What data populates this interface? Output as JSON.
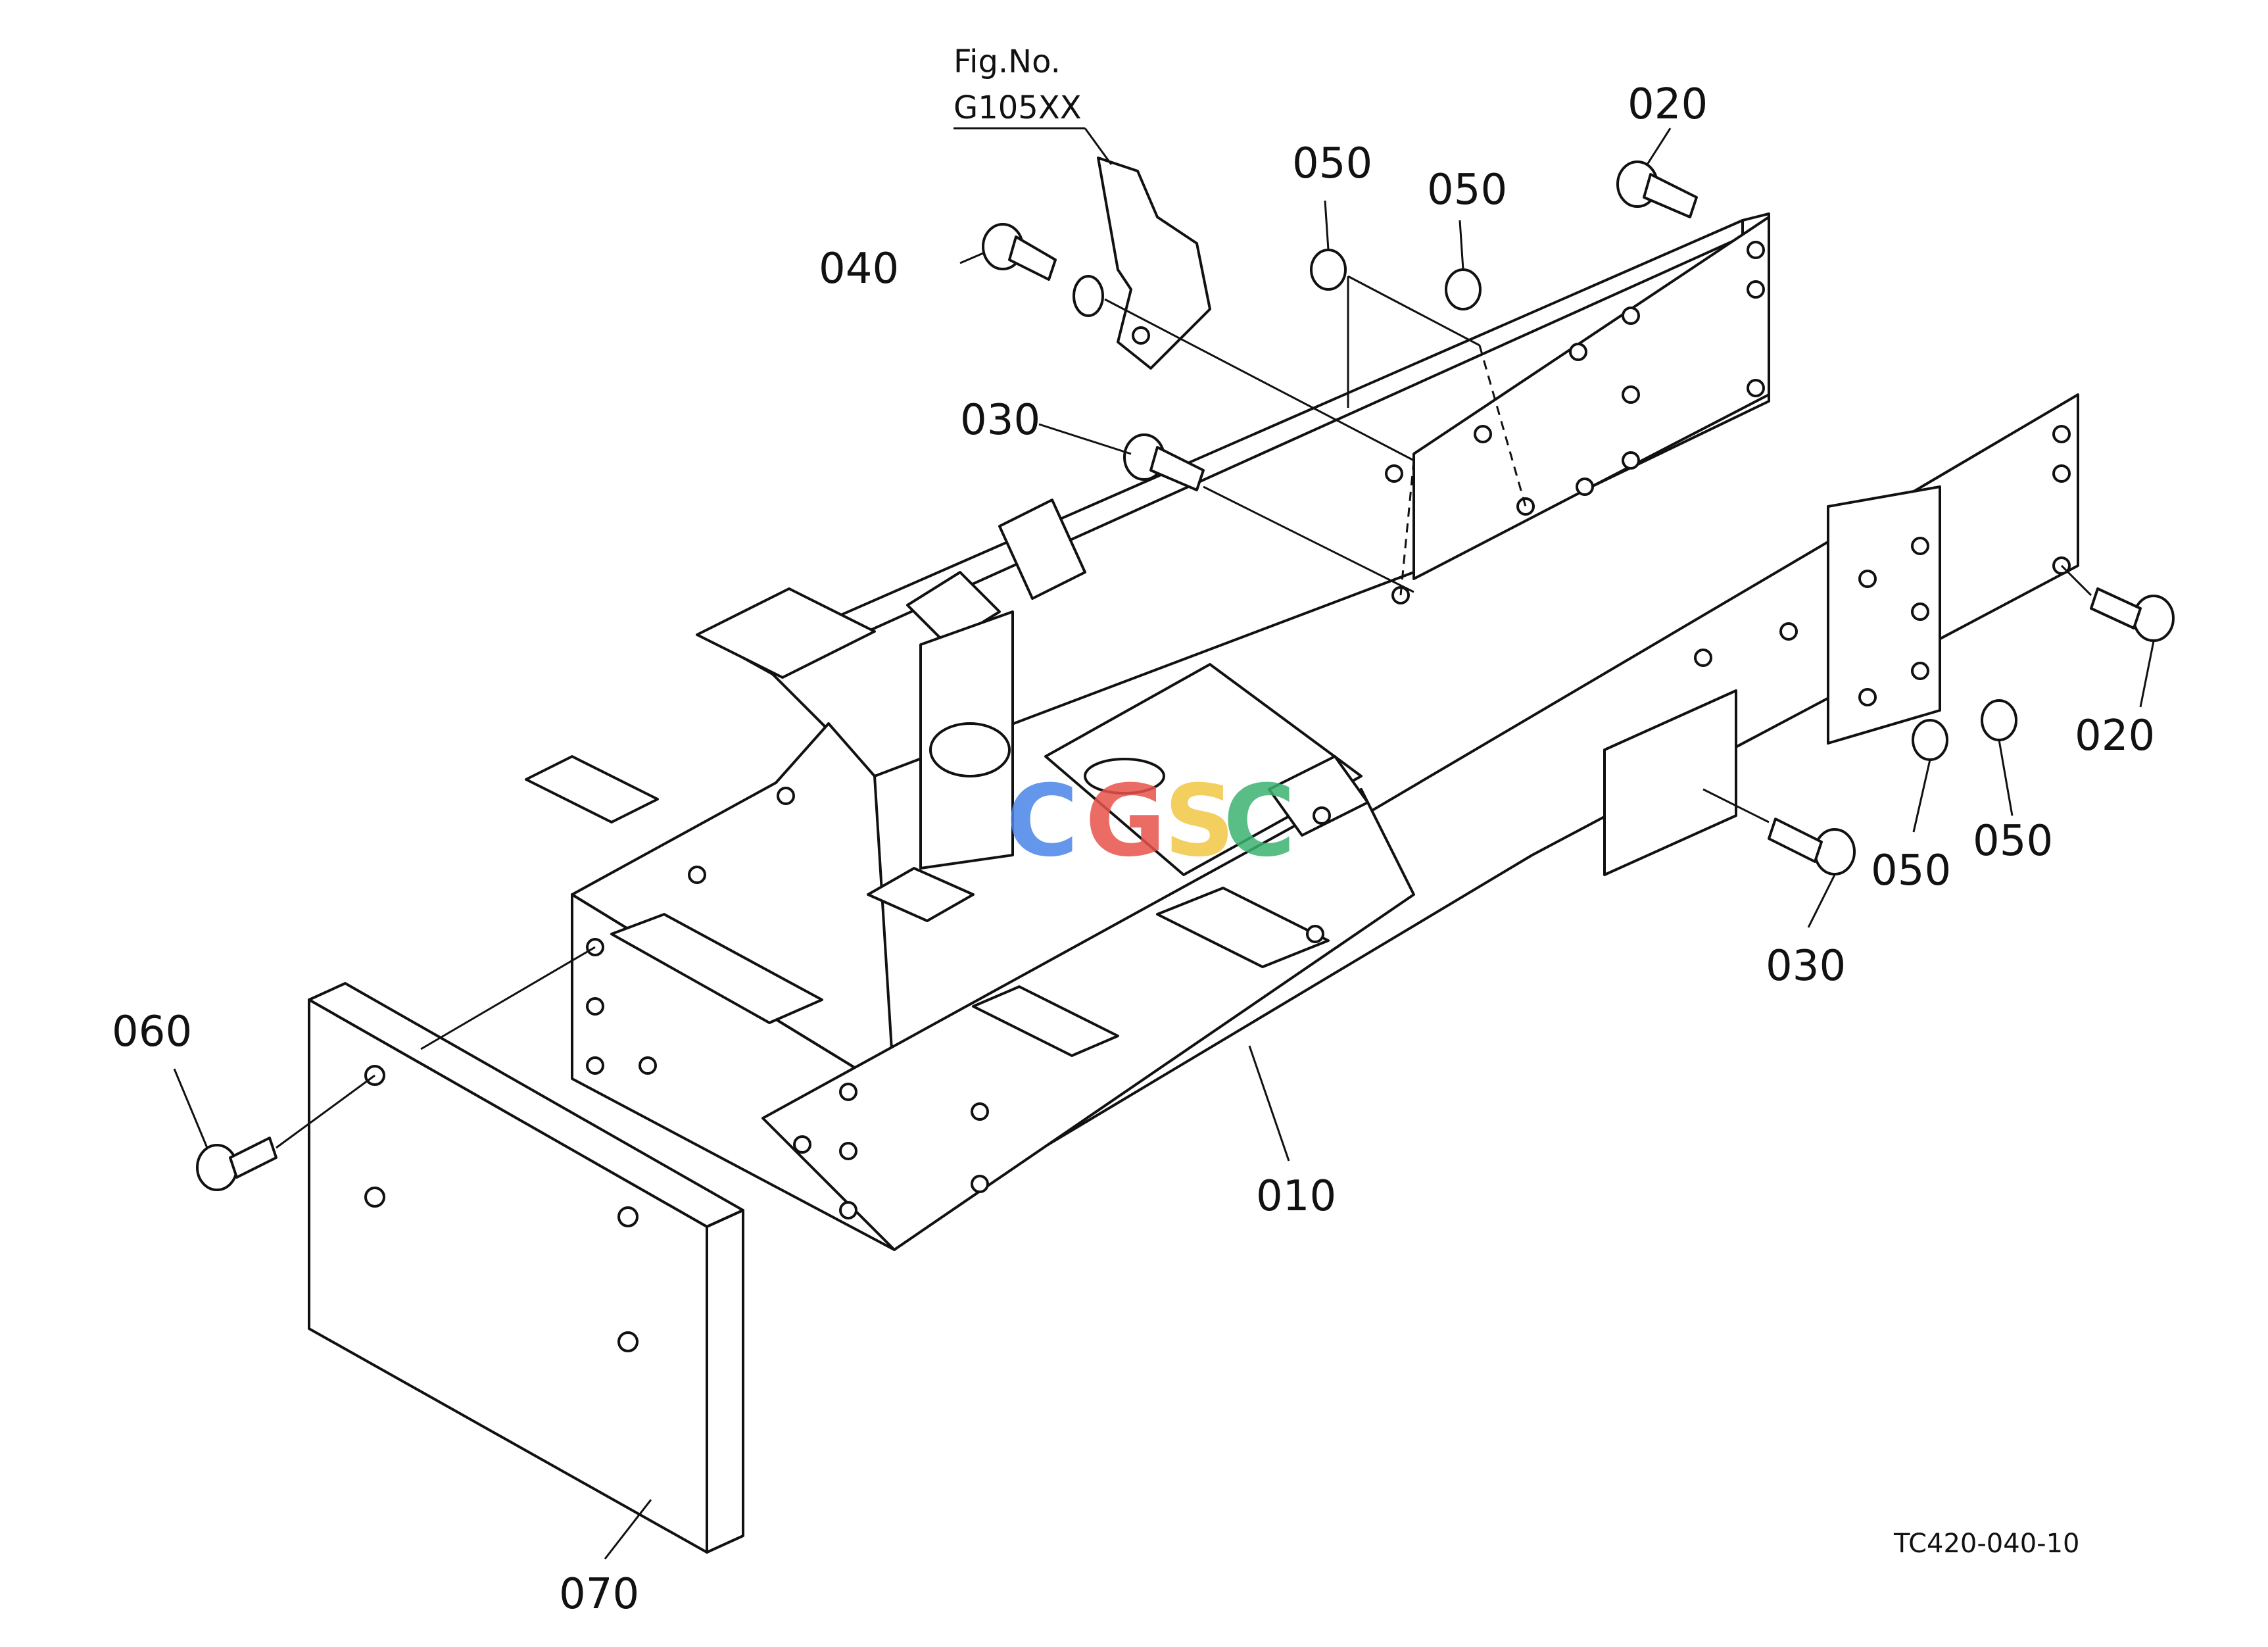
{
  "figure_ref": {
    "line1": "Fig.No.",
    "line2": "G105XX"
  },
  "callouts": {
    "p010": "010",
    "p020_top": "020",
    "p020_right": "020",
    "p030_top": "030",
    "p030_bottom": "030",
    "p040": "040",
    "p050_a": "050",
    "p050_b": "050",
    "p050_c": "050",
    "p050_d": "050",
    "p060": "060",
    "p070": "070"
  },
  "drawing_code": "TC420-040-10",
  "watermark": {
    "letters": [
      "C",
      "G",
      "S",
      "C"
    ],
    "colors": [
      "#4a86e8",
      "#e8534a",
      "#f2c744",
      "#3cb371"
    ]
  }
}
